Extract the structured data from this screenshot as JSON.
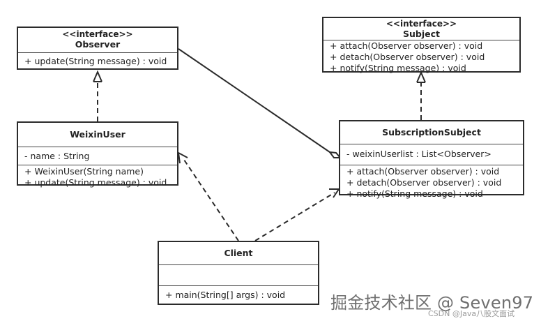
{
  "observer": {
    "stereotype": "<<interface>>",
    "name": "Observer",
    "operations": [
      "+ update(String message) : void"
    ]
  },
  "subject": {
    "stereotype": "<<interface>>",
    "name": "Subject",
    "operations": [
      "+ attach(Observer observer) : void",
      "+ detach(Observer observer) : void",
      "+ notify(String message) : void"
    ]
  },
  "weixin_user": {
    "name": "WeixinUser",
    "attributes": [
      "- name : String"
    ],
    "operations": [
      "+ WeixinUser(String name)",
      "+ update(String message) : void"
    ]
  },
  "subscription_subject": {
    "name": "SubscriptionSubject",
    "attributes": [
      "- weixinUserlist : List<Observer>"
    ],
    "operations": [
      "+ attach(Observer observer) : void",
      "+ detach(Observer observer) : void",
      "+ notify(String message) : void"
    ]
  },
  "client": {
    "name": "Client",
    "attributes": [],
    "operations": [
      "+ main(String[] args) : void"
    ]
  },
  "watermark": {
    "main": "掘金技术社区 @ Seven97",
    "sub": "CSDN @Java八股文面试"
  },
  "colors": {
    "line": "#2b2b2b",
    "background": "#ffffff",
    "watermark": "#6f6f6f"
  }
}
